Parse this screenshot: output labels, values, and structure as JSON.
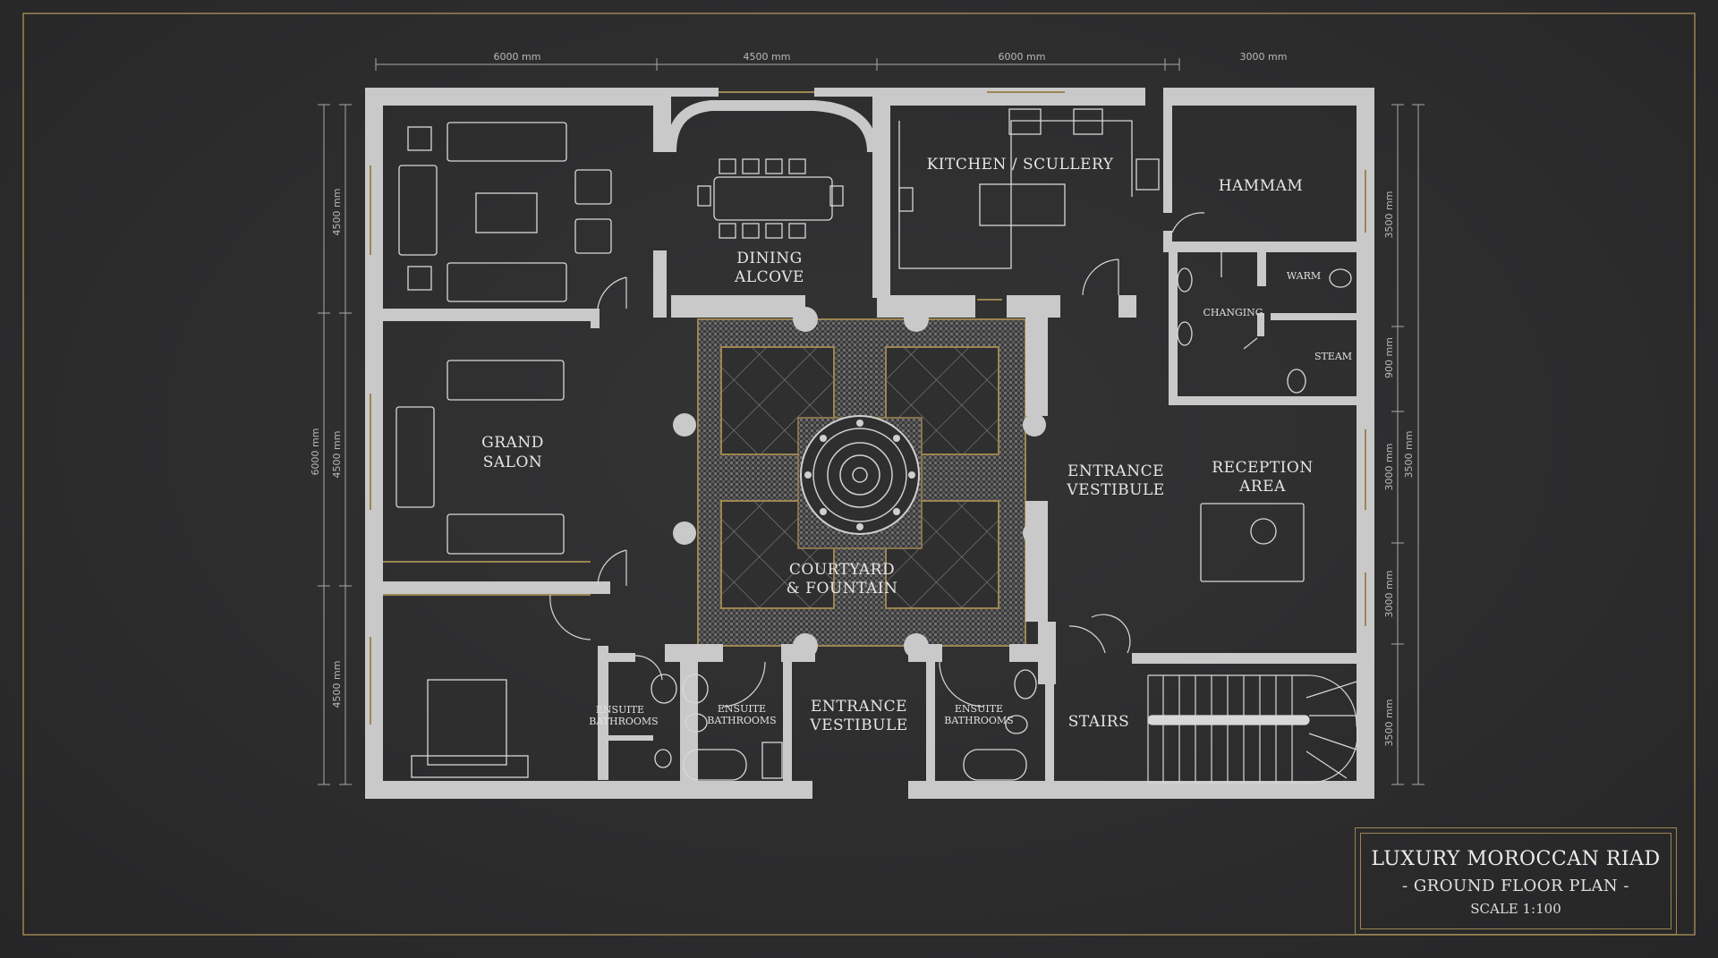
{
  "title_block": {
    "title": "LUXURY MOROCCAN RIAD",
    "subtitle": "- GROUND FLOOR PLAN -",
    "scale": "SCALE 1:100"
  },
  "dimensions": {
    "top": [
      "6000 mm",
      "4500 mm",
      "6000 mm",
      "3000 mm"
    ],
    "left": [
      "4500 mm",
      "6000 mm",
      "4500 mm",
      "4500 mm"
    ],
    "right": [
      "3500 mm",
      "900 mm",
      "3000 mm",
      "3500 mm",
      "3000 mm",
      "3500 mm"
    ]
  },
  "rooms": {
    "dining": [
      "DINING",
      "ALCOVE"
    ],
    "kitchen": "KITCHEN / SCULLERY",
    "hammam": "HAMMAM",
    "warm": "WARM",
    "changing": "CHANGING",
    "steam": "STEAM",
    "grand_salon": [
      "GRAND",
      "SALON"
    ],
    "entrance_vestibule_east": [
      "ENTRANCE",
      "VESTIBULE"
    ],
    "reception": [
      "RECEPTION",
      "AREA"
    ],
    "courtyard": [
      "COURTYARD",
      "& FOUNTAIN"
    ],
    "ensuite_a": [
      "ENSUITE",
      "BATHROOMS"
    ],
    "ensuite_b": [
      "ENSUITE",
      "BATHROOMS"
    ],
    "entrance_vestibule_south": [
      "ENTRANCE",
      "VESTIBULE"
    ],
    "ensuite_c": [
      "ENSUITE",
      "BATHROOMS"
    ],
    "stairs": "STAIRS"
  },
  "colors": {
    "background": "#2d2d2e",
    "wall": "#c9c9c9",
    "line": "#d8d8d8",
    "gold": "#9c8552"
  }
}
